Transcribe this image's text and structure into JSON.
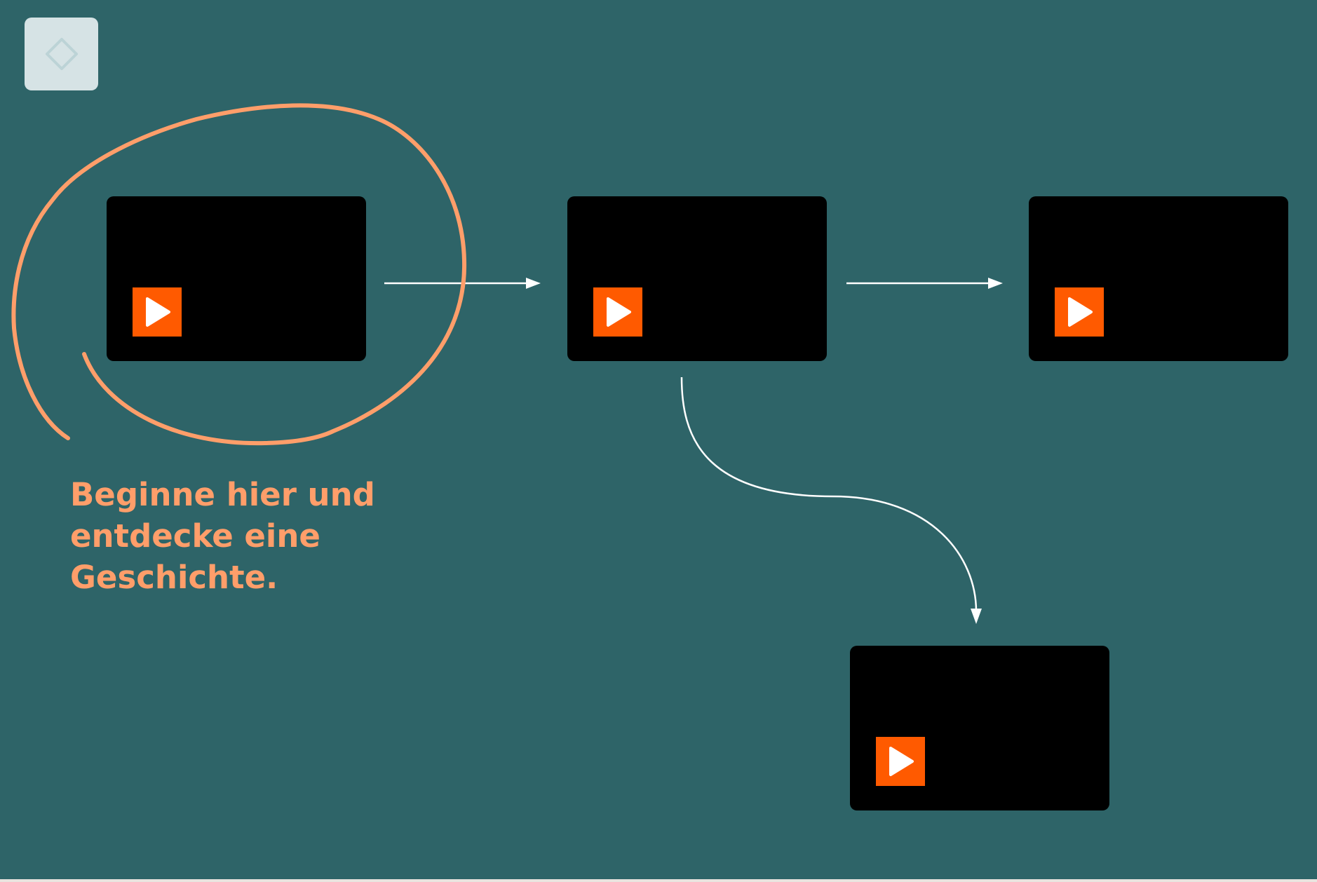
{
  "page": {
    "background_color": "#2e6468"
  },
  "logo": {
    "icon": "diamond-outline-icon"
  },
  "hint": {
    "text": "Beginne hier und\nentdecke eine\nGeschichte.",
    "color": "#ff9e6a",
    "highlight": "hand-drawn-circle"
  },
  "videos": [
    {
      "play_icon": "play-icon",
      "accent": "#ff5a00"
    },
    {
      "play_icon": "play-icon",
      "accent": "#ff5a00"
    },
    {
      "play_icon": "play-icon",
      "accent": "#ff5a00"
    },
    {
      "play_icon": "play-icon",
      "accent": "#ff5a00"
    }
  ],
  "connectors": [
    {
      "from": "video 1",
      "to": "video 2",
      "style": "straight-arrow"
    },
    {
      "from": "video 2",
      "to": "video 3",
      "style": "straight-arrow"
    },
    {
      "from": "video 2",
      "to": "video 4",
      "style": "curved-arrow"
    }
  ]
}
